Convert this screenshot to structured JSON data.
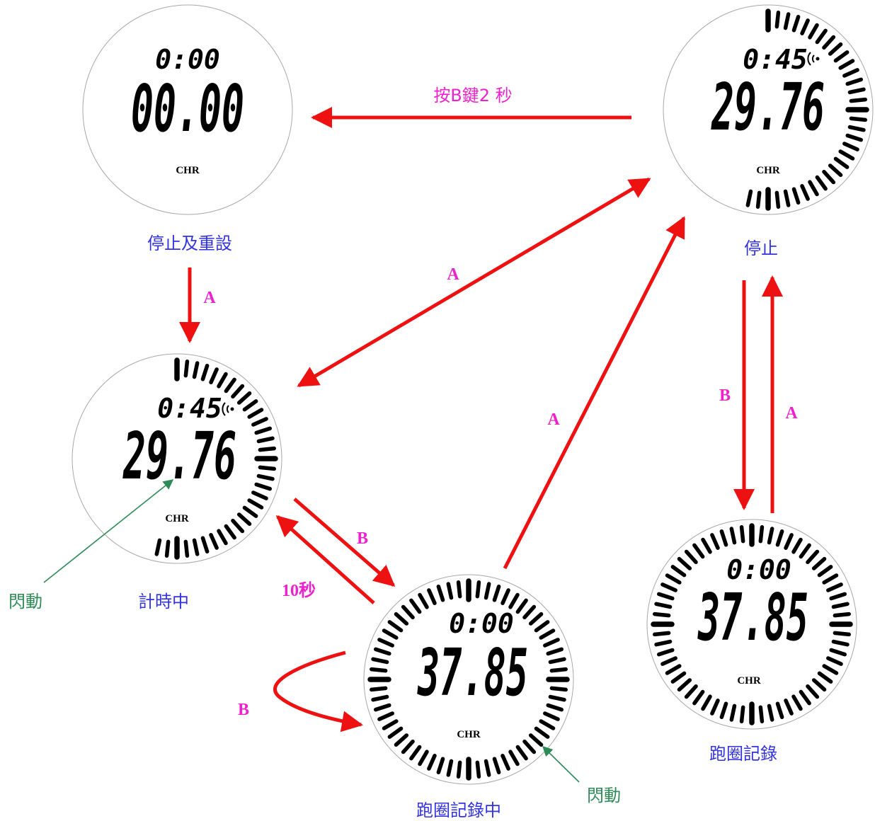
{
  "watches": [
    {
      "id": "reset",
      "small_time": "0:00",
      "main_time": "00.00",
      "mode": "CHR",
      "signal": false,
      "state_label": "停止及重設"
    },
    {
      "id": "stop",
      "small_time": "0:45",
      "main_time": "29.76",
      "mode": "CHR",
      "signal": true,
      "state_label": "停止"
    },
    {
      "id": "timing",
      "small_time": "0:45",
      "main_time": "29.76",
      "mode": "CHR",
      "signal": true,
      "state_label": "計時中"
    },
    {
      "id": "lap_recording",
      "small_time": "0:00",
      "main_time": "37.85",
      "mode": "CHR",
      "signal": false,
      "state_label": "跑圈記錄中"
    },
    {
      "id": "lap_record",
      "small_time": "0:00",
      "main_time": "37.85",
      "mode": "CHR",
      "signal": false,
      "state_label": "跑圈記錄"
    }
  ],
  "transitions": {
    "stop_to_reset": "按B鍵2 秒",
    "reset_to_timing": "A",
    "timing_stop_both": "A",
    "lap_to_stop": "A",
    "timing_to_lap": "B",
    "lap_to_timing": "10秒",
    "lap_self_loop": "B",
    "stop_to_lap_record": "B",
    "lap_record_to_stop": "A"
  },
  "notes": {
    "flash_digits": "閃動",
    "flash_segments": "閃動"
  },
  "colors": {
    "arrow": "#ee1111",
    "transition_label": "#ee22cc",
    "state_label": "#3333dd",
    "note": "#2e8b57"
  }
}
